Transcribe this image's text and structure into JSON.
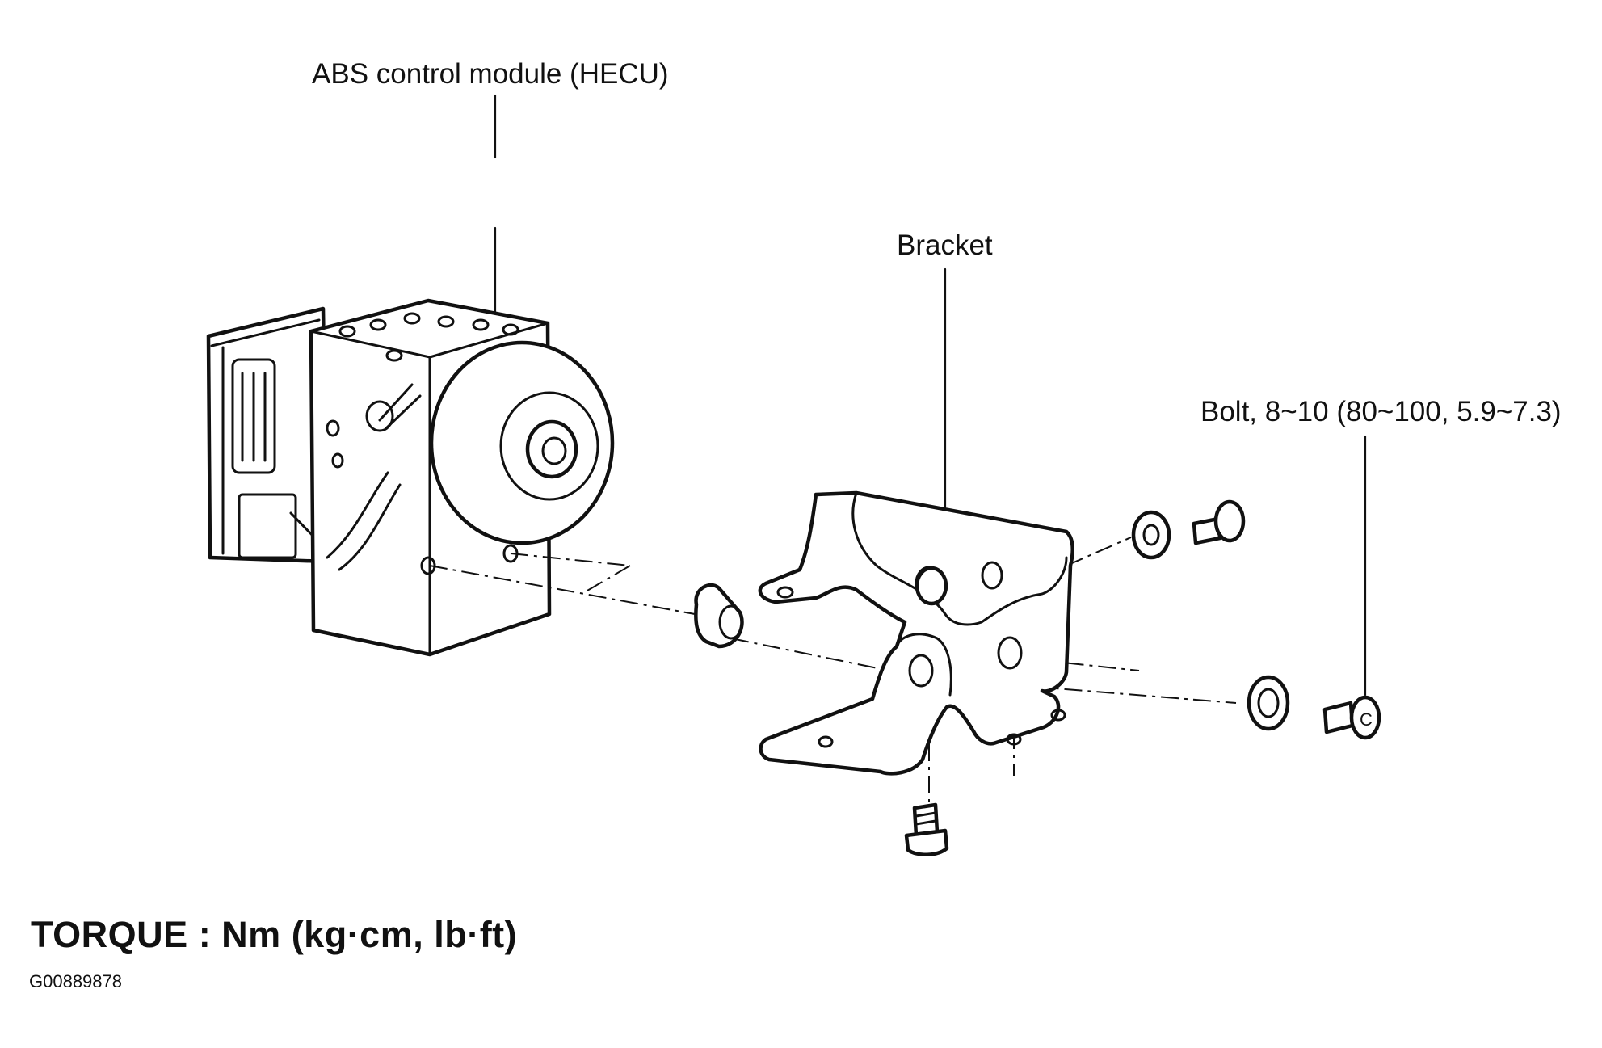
{
  "labels": {
    "module": "ABS control module (HECU)",
    "bracket": "Bracket",
    "bolt": "Bolt, 8~10 (80~100, 5.9~7.3)"
  },
  "footer": {
    "torque": "TORQUE : Nm (kg·cm, lb·ft)",
    "figure_id": "G00889878"
  },
  "callout_mark": "C"
}
